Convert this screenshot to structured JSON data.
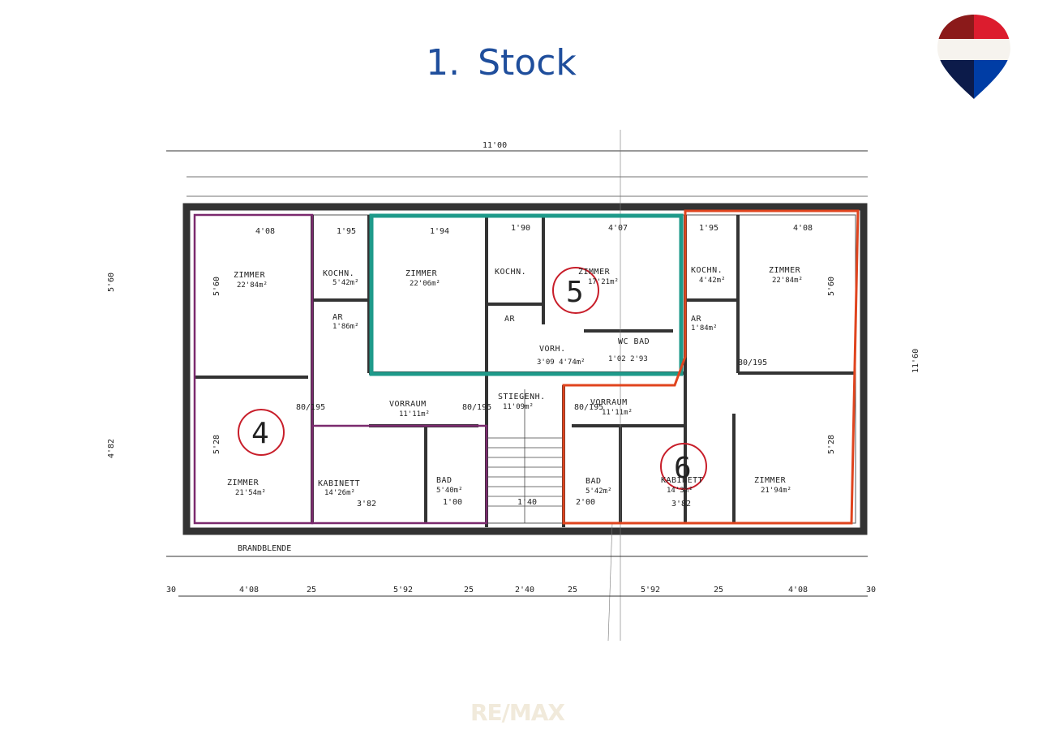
{
  "header": {
    "number": "1.",
    "title": "Stock"
  },
  "logo": {
    "name": "remax-balloon-logo",
    "colors": [
      "#dc1c2e",
      "#ffffff",
      "#003da5",
      "#8b1a1a",
      "#0c1b4a"
    ]
  },
  "watermark": {
    "text": "RE/MAX"
  },
  "plan": {
    "overall_width": "11'00",
    "brandblende": "BRANDBLENDE",
    "units": [
      {
        "number": "4",
        "outline_color": "#7b2a6e"
      },
      {
        "number": "5",
        "outline_color": "#1e9a8a"
      },
      {
        "number": "6",
        "outline_color": "#e0441e"
      }
    ],
    "rooms": {
      "r1": {
        "name": "ZIMMER",
        "area": "22'84m²"
      },
      "r2": {
        "name": "KOCHN.",
        "area": "5'42m²"
      },
      "r3": {
        "name": "AR",
        "area": "1'86m²"
      },
      "r4": {
        "name": "ZIMMER",
        "area": "22'06m²"
      },
      "r5": {
        "name": "KOCHN.",
        "area": ""
      },
      "r6": {
        "name": "ZIMMER",
        "area": "17'21m²"
      },
      "r7": {
        "name": "AR",
        "area": ""
      },
      "r8": {
        "name": "VORH.",
        "area": "3'09 4'74m²"
      },
      "r9": {
        "name": "WC BAD",
        "area": "1'02 2'93"
      },
      "r10": {
        "name": "KOCHN.",
        "area": "4'42m²"
      },
      "r11": {
        "name": "ZIMMER",
        "area": "22'84m²"
      },
      "r12": {
        "name": "AR",
        "area": "1'84m²"
      },
      "r13": {
        "name": "VORRAUM",
        "area": "11'11m²"
      },
      "r14": {
        "name": "STIEGENH.",
        "area": "11'09m²"
      },
      "r15": {
        "name": "VORRAUM",
        "area": "11'11m²"
      },
      "r16": {
        "name": "ZIMMER",
        "area": "21'54m²"
      },
      "r17": {
        "name": "KABINETT",
        "area": "14'26m²"
      },
      "r18": {
        "name": "BAD",
        "area": "5'40m²"
      },
      "r19": {
        "name": "BAD",
        "area": "5'42m²"
      },
      "r20": {
        "name": "KABINETT",
        "area": "14'3m²"
      },
      "r21": {
        "name": "ZIMMER",
        "area": "21'94m²"
      }
    },
    "dims": {
      "d1": "4'08",
      "d2": "5'92",
      "d3": "2'40",
      "d4": "5'92",
      "d5": "4'08",
      "d6": "30",
      "d7": "25",
      "d8": "25",
      "d9": "25",
      "d10": "25",
      "d11": "30",
      "d12": "5'60",
      "d13": "4'82",
      "d14": "11'60",
      "d15": "4'08",
      "d16": "1'95",
      "d17": "1'94",
      "d18": "1'90",
      "d19": "4'07",
      "d20": "1'95",
      "d21": "4'08",
      "d22": "5'28",
      "d23": "5'28",
      "d24": "5'60",
      "d25": "5'60",
      "d26": "3'82",
      "d27": "3'82",
      "d28": "80/195",
      "d29": "80/195",
      "d30": "80/195",
      "d31": "80/195",
      "d32": "1'00",
      "d33": "2'00",
      "d34": "1'40"
    }
  }
}
